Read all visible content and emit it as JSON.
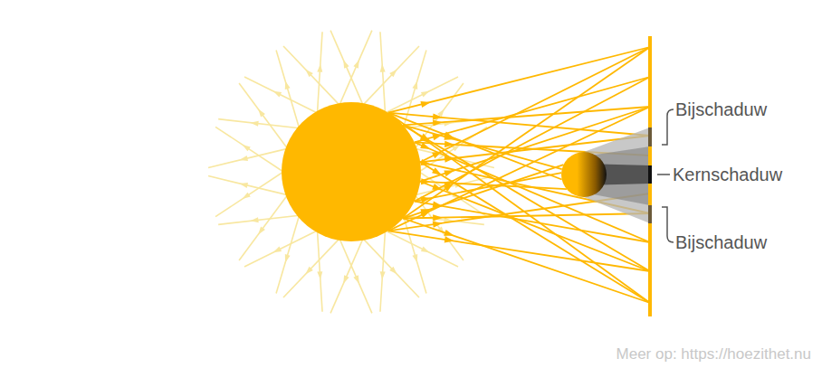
{
  "diagram": {
    "labels": [
      "Bijschaduw",
      "Kernschaduw",
      "Bijschaduw",
      "Meer op: https://hoezithet.nu"
    ]
  }
}
